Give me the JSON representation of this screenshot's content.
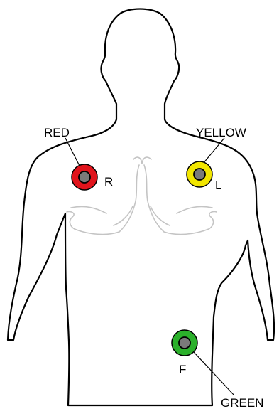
{
  "electrodes": {
    "right_arm": {
      "color_name": "RED",
      "code": "R",
      "fill": "#e0141c",
      "inner": "#7a7a7a"
    },
    "left_arm": {
      "color_name": "YELLOW",
      "code": "L",
      "fill": "#f2e600",
      "inner": "#7a7a7a"
    },
    "left_leg": {
      "color_name": "GREEN",
      "code": "F",
      "fill": "#2bb02b",
      "inner": "#7a7a7a"
    }
  }
}
